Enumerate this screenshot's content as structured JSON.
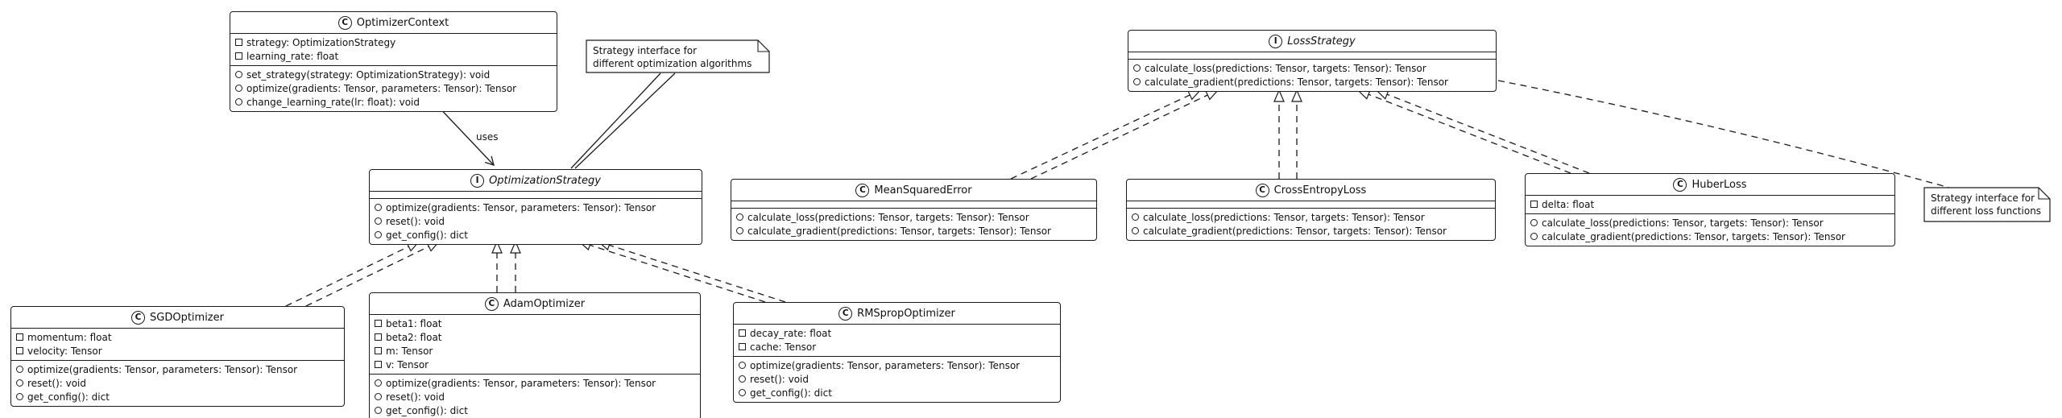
{
  "classes": [
    {
      "id": "optimizer-context",
      "stereotype": "C",
      "name": "OptimizerContext",
      "italic": false,
      "attributes": [
        "strategy: OptimizationStrategy",
        "learning_rate: float"
      ],
      "methods": [
        "set_strategy(strategy: OptimizationStrategy): void",
        "optimize(gradients: Tensor, parameters: Tensor): Tensor",
        "change_learning_rate(lr: float): void"
      ]
    },
    {
      "id": "optimization-strategy",
      "stereotype": "I",
      "name": "OptimizationStrategy",
      "italic": true,
      "attributes": [],
      "methods": [
        "optimize(gradients: Tensor, parameters: Tensor): Tensor",
        "reset(): void",
        "get_config(): dict"
      ]
    },
    {
      "id": "sgd-optimizer",
      "stereotype": "C",
      "name": "SGDOptimizer",
      "italic": false,
      "attributes": [
        "momentum: float",
        "velocity: Tensor"
      ],
      "methods": [
        "optimize(gradients: Tensor, parameters: Tensor): Tensor",
        "reset(): void",
        "get_config(): dict"
      ]
    },
    {
      "id": "adam-optimizer",
      "stereotype": "C",
      "name": "AdamOptimizer",
      "italic": false,
      "attributes": [
        "beta1: float",
        "beta2: float",
        "m: Tensor",
        "v: Tensor"
      ],
      "methods": [
        "optimize(gradients: Tensor, parameters: Tensor): Tensor",
        "reset(): void",
        "get_config(): dict"
      ]
    },
    {
      "id": "rmsprop-optimizer",
      "stereotype": "C",
      "name": "RMSpropOptimizer",
      "italic": false,
      "attributes": [
        "decay_rate: float",
        "cache: Tensor"
      ],
      "methods": [
        "optimize(gradients: Tensor, parameters: Tensor): Tensor",
        "reset(): void",
        "get_config(): dict"
      ]
    },
    {
      "id": "loss-strategy",
      "stereotype": "I",
      "name": "LossStrategy",
      "italic": true,
      "attributes": [],
      "methods": [
        "calculate_loss(predictions: Tensor, targets: Tensor): Tensor",
        "calculate_gradient(predictions: Tensor, targets: Tensor): Tensor"
      ]
    },
    {
      "id": "mean-squared-error",
      "stereotype": "C",
      "name": "MeanSquaredError",
      "italic": false,
      "attributes": [],
      "methods": [
        "calculate_loss(predictions: Tensor, targets: Tensor): Tensor",
        "calculate_gradient(predictions: Tensor, targets: Tensor): Tensor"
      ]
    },
    {
      "id": "cross-entropy-loss",
      "stereotype": "C",
      "name": "CrossEntropyLoss",
      "italic": false,
      "attributes": [],
      "methods": [
        "calculate_loss(predictions: Tensor, targets: Tensor): Tensor",
        "calculate_gradient(predictions: Tensor, targets: Tensor): Tensor"
      ]
    },
    {
      "id": "huber-loss",
      "stereotype": "C",
      "name": "HuberLoss",
      "italic": false,
      "attributes": [
        "delta: float"
      ],
      "methods": [
        "calculate_loss(predictions: Tensor, targets: Tensor): Tensor",
        "calculate_gradient(predictions: Tensor, targets: Tensor): Tensor"
      ]
    }
  ],
  "notes": [
    {
      "id": "note-optimization",
      "lines": [
        "Strategy interface for",
        "different optimization algorithms"
      ]
    },
    {
      "id": "note-loss",
      "lines": [
        "Strategy interface for",
        "different loss functions"
      ]
    }
  ],
  "edges": {
    "uses_label": "uses"
  },
  "colors": {
    "stroke": "#1b1b1b",
    "background": "#ffffff"
  }
}
